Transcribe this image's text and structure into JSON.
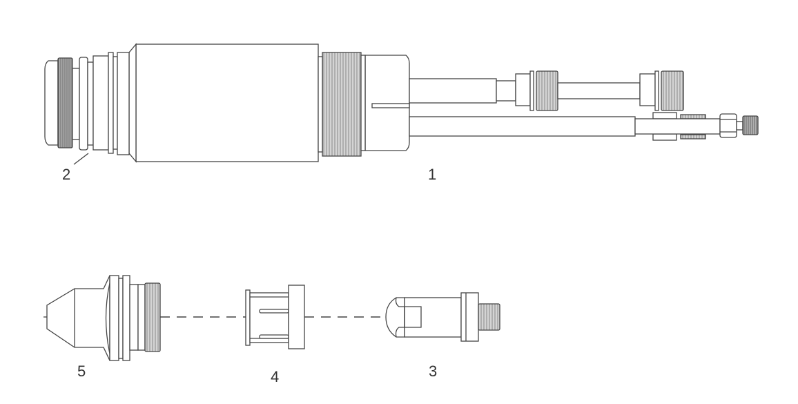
{
  "diagram": {
    "callouts": {
      "part1": "1",
      "part2": "2",
      "part3": "3",
      "part4": "4",
      "part5": "5"
    },
    "colors": {
      "line": "#444444",
      "knurl": "#9a9a9a",
      "background": "#ffffff"
    }
  }
}
